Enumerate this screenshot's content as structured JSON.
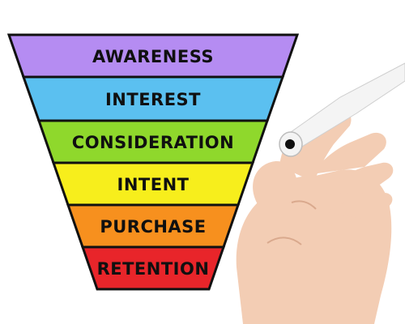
{
  "funnel": {
    "stages": [
      {
        "label": "AWARENESS",
        "color": "#b58cf2"
      },
      {
        "label": "INTEREST",
        "color": "#5bc0f0"
      },
      {
        "label": "CONSIDERATION",
        "color": "#8fd82c"
      },
      {
        "label": "INTENT",
        "color": "#f7ee1c"
      },
      {
        "label": "PURCHASE",
        "color": "#f7901e"
      },
      {
        "label": "RETENTION",
        "color": "#e8252a"
      }
    ],
    "outline_color": "#111111"
  },
  "hand": {
    "skin_color": "#f3cdb4",
    "marker_color": "#f4f4f4",
    "marker_tip_color": "#111111"
  }
}
